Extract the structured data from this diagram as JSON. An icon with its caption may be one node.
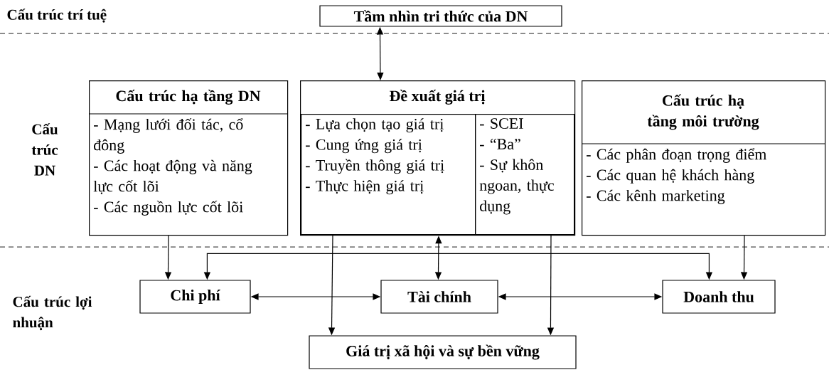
{
  "diagram": {
    "nodes": [
      {
        "text": [
          "Tầm nhìn tri thức của DN"
        ]
      },
      {
        "text": [
          "Cấu trúc hạ tầng DN",
          "- Mạng lưới đối tác, cổ đông",
          "- Các hoạt động và năng lực cốt lõi",
          "- Các nguồn lực cốt lõi"
        ]
      },
      {
        "text": [
          "Đề xuất giá trị"
        ]
      },
      {
        "text": [
          "- Lựa chọn tạo giá trị",
          "- Cung ứng giá trị",
          "- Truyền thông giá trị",
          "- Thực hiện giá trị"
        ],
        "in": 2
      },
      {
        "text": [
          "- SCEI",
          "- “Ba”",
          "- Sự khôn ngoan, thực dụng"
        ],
        "in": 2
      },
      {
        "text": [
          "Cấu trúc hạ tầng môi trường",
          "- Các phân đoạn trọng điểm",
          "- Các quan hệ khách hàng",
          "- Các kênh marketing"
        ]
      },
      {
        "text": [
          "Chi phí"
        ]
      },
      {
        "text": [
          "Tài chính"
        ]
      },
      {
        "text": [
          "Doanh thu"
        ]
      },
      {
        "text": [
          "Giá trị xã hội và sự bền vững"
        ]
      }
    ],
    "edges": [
      {
        "from": 0,
        "to": 2,
        "arrow": "both"
      },
      {
        "from": 1,
        "to": 6,
        "arrow": "to"
      },
      {
        "from": 2,
        "to": 7,
        "arrow": "both"
      },
      {
        "from": 3,
        "to": 9,
        "arrow": "to"
      },
      {
        "from": 4,
        "to": 9,
        "arrow": "to"
      },
      {
        "from": 5,
        "to": 8,
        "arrow": "to"
      },
      {
        "from": 6,
        "to": 8,
        "arrow": "both"
      },
      {
        "from": 6,
        "to": 7,
        "arrow": "both"
      },
      {
        "from": 7,
        "to": 8,
        "arrow": "both"
      }
    ],
    "labels": [
      "Cấu trúc trí tuệ",
      "Cấu trúc DN",
      "Cấu trúc lợi nhuận"
    ]
  }
}
